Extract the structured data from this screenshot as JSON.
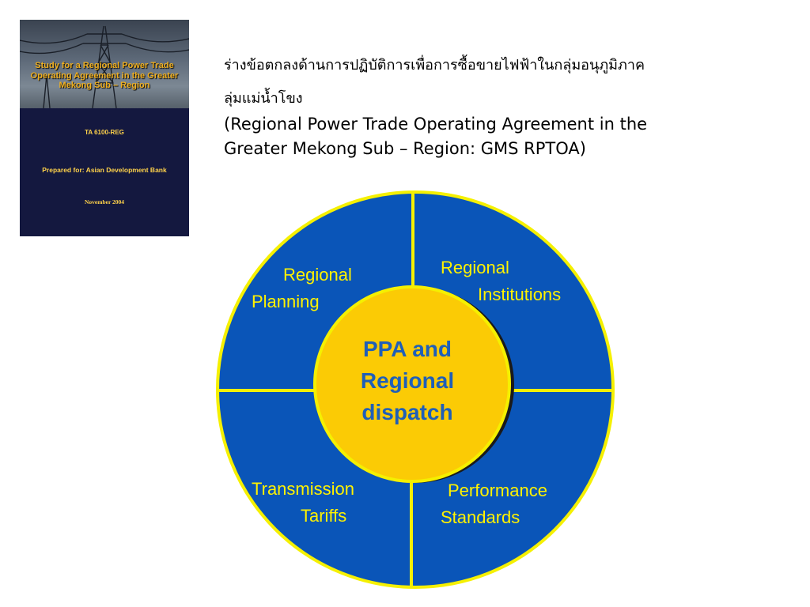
{
  "cover": {
    "title": "Study for a Regional Power Trade Operating Agreement in the Greater Mekong Sub – Region",
    "ta_code": "TA 6100-REG",
    "prepared_for": "Prepared for: Asian Development Bank",
    "date": "November 2004"
  },
  "heading": {
    "thai_line1": "ร่างข้อตกลงด้านการปฏิบัติการเพื่อการซื้อขายไฟฟ้าในกลุ่มอนุภูมิภาค",
    "thai_line2": "ลุ่มแม่น้ำโขง",
    "english_line1": "(Regional Power Trade Operating Agreement in the",
    "english_line2": "Greater Mekong Sub – Region: GMS RPTOA)"
  },
  "diagram": {
    "center": {
      "line1": "PPA and",
      "line2": "Regional",
      "line3": "dispatch"
    },
    "quadrants": {
      "top_left": {
        "line1": "Regional",
        "line2": "Planning"
      },
      "top_right": {
        "line1": "Regional",
        "line2": "Institutions"
      },
      "bottom_left": {
        "line1": "Transmission",
        "line2": "Tariffs"
      },
      "bottom_right": {
        "line1": "Performance",
        "line2": "Standards"
      }
    },
    "colors": {
      "ring_fill": "#0a55b8",
      "outline": "#f5f000",
      "center_fill": "#fbcb05",
      "label_text": "#fff200",
      "center_text": "#1f5fb8"
    }
  }
}
